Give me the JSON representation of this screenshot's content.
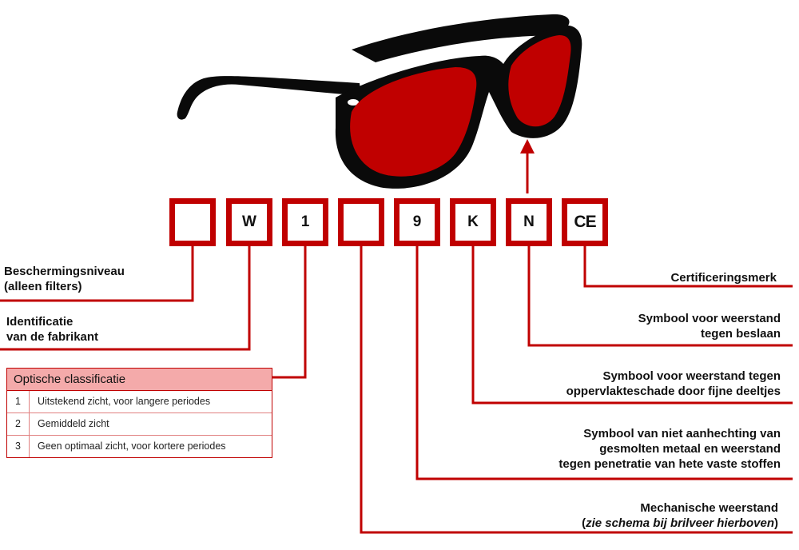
{
  "colors": {
    "accent": "#c00000",
    "lens": "#c00000",
    "frame": "#0a0a0a",
    "table_header": "#f4aaaa"
  },
  "marking_boxes": [
    {
      "id": "protection",
      "char": ""
    },
    {
      "id": "manufacturer",
      "char": "W"
    },
    {
      "id": "optical",
      "char": "1"
    },
    {
      "id": "mechanical",
      "char": ""
    },
    {
      "id": "molten",
      "char": "9"
    },
    {
      "id": "particles",
      "char": "K"
    },
    {
      "id": "fogging",
      "char": "N"
    },
    {
      "id": "ce",
      "char": "CE"
    }
  ],
  "labels": {
    "protection": [
      "Beschermingsniveau",
      "(alleen filters)"
    ],
    "manufacturer": [
      "Identificatie",
      "van de fabrikant"
    ],
    "certification": [
      "Certificeringsmerk"
    ],
    "fogging": [
      "Symbool voor weerstand",
      "tegen beslaan"
    ],
    "particles": [
      "Symbool voor weerstand tegen",
      "oppervlakteschade door fijne deeltjes"
    ],
    "molten": [
      "Symbool van niet aanhechting van",
      "gesmolten metaal en weerstand",
      "tegen penetratie van hete vaste stoffen"
    ],
    "mechanical": {
      "line1": "Mechanische weerstand",
      "open": "(",
      "italic": "zie schema bij brilveer hierboven",
      "close": ")"
    }
  },
  "optical_table": {
    "title": "Optische classificatie",
    "rows": [
      {
        "num": "1",
        "text": "Uitstekend zicht, voor langere periodes"
      },
      {
        "num": "2",
        "text": "Gemiddeld zicht"
      },
      {
        "num": "3",
        "text": "Geen optimaal zicht, voor kortere periodes"
      }
    ]
  }
}
